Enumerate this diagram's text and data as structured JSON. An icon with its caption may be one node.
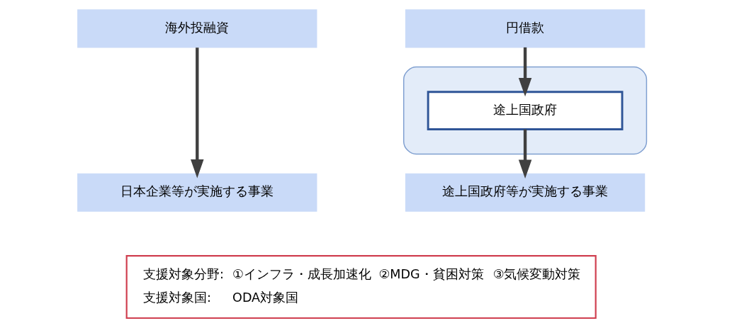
{
  "diagram": {
    "nodes": [
      {
        "text": [
          "海外投融資"
        ]
      },
      {
        "text": [
          "円借款"
        ]
      },
      {
        "text": [],
        "shape": "box"
      },
      {
        "text": [
          "途上国政府"
        ],
        "in": 2
      },
      {
        "text": [
          "日本企業等が実施する事業"
        ]
      },
      {
        "text": [
          "途上国政府等が実施する事業"
        ]
      },
      {
        "text": [
          "支援対象分野:",
          "①インフラ・成長加速化",
          "②MDG・貧困対策",
          "③気候変動対策",
          "支援対象国:",
          "ODA対象国"
        ]
      }
    ],
    "edges": [
      {
        "from": 0,
        "to": 4,
        "arrow": "to"
      },
      {
        "from": 1,
        "to": 3,
        "arrow": "to"
      },
      {
        "from": 3,
        "to": 5,
        "arrow": "to"
      }
    ]
  }
}
